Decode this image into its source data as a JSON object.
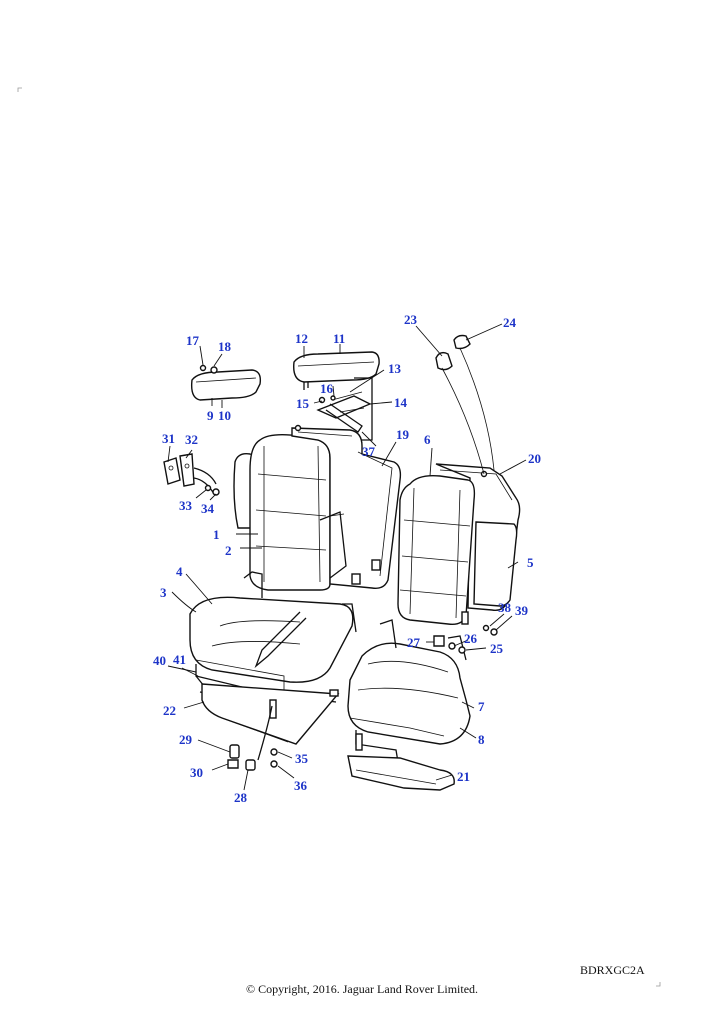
{
  "reference_code": "BDRXGC2A",
  "copyright": "© Copyright, 2016. Jaguar Land Rover Limited.",
  "callouts": {
    "c1": "1",
    "c2": "2",
    "c3": "3",
    "c4": "4",
    "c5": "5",
    "c6": "6",
    "c7": "7",
    "c8": "8",
    "c9": "9",
    "c10": "10",
    "c11": "11",
    "c12": "12",
    "c13": "13",
    "c14": "14",
    "c15": "15",
    "c16": "16",
    "c17": "17",
    "c18": "18",
    "c19": "19",
    "c20": "20",
    "c21": "21",
    "c22": "22",
    "c23": "23",
    "c24": "24",
    "c25": "25",
    "c26": "26",
    "c27": "27",
    "c28": "28",
    "c29": "29",
    "c30": "30",
    "c31": "31",
    "c32": "32",
    "c33": "33",
    "c34": "34",
    "c35": "35",
    "c36": "36",
    "c37": "37",
    "c38": "38",
    "c39": "39",
    "c40": "40",
    "c41": "41"
  },
  "colors": {
    "callout_text": "#1d34c8",
    "line_art": "#111111"
  }
}
